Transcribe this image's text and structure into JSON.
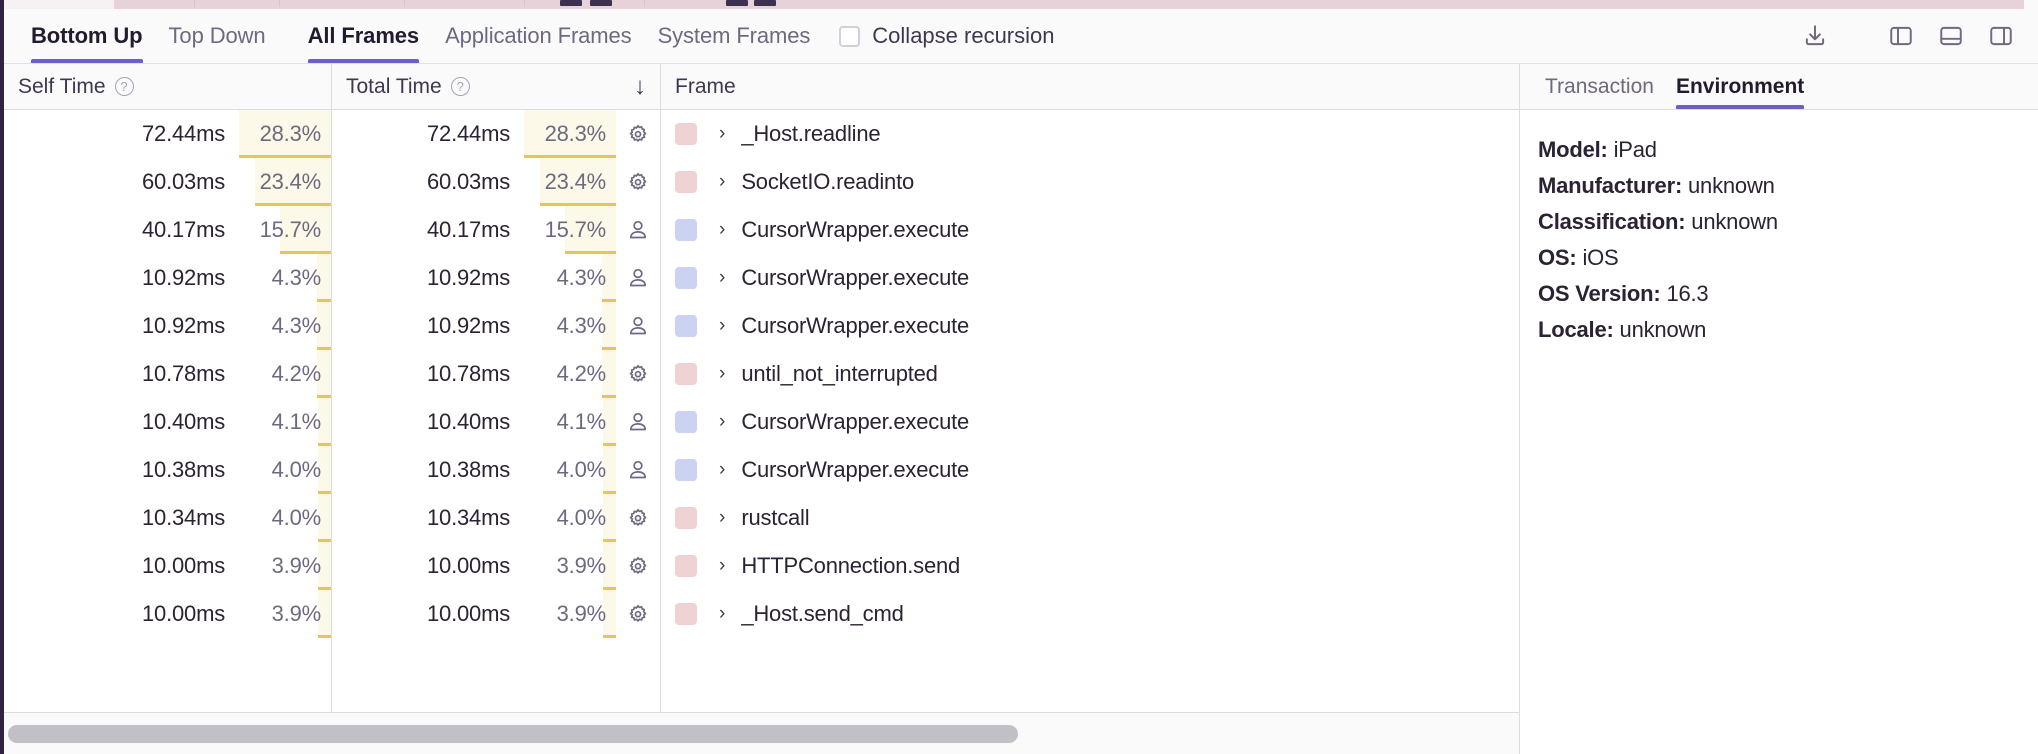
{
  "toolbar": {
    "tabs": [
      {
        "label": "Bottom Up",
        "active": true
      },
      {
        "label": "Top Down",
        "active": false
      }
    ],
    "frame_tabs": [
      {
        "label": "All Frames",
        "active": true
      },
      {
        "label": "Application Frames",
        "active": false
      },
      {
        "label": "System Frames",
        "active": false
      }
    ],
    "collapse_recursion_label": "Collapse recursion",
    "collapse_recursion_checked": false,
    "icons": [
      {
        "name": "download-icon",
        "title": "Export"
      },
      {
        "name": "panel-left-icon",
        "title": "Toggle left panel"
      },
      {
        "name": "panel-bottom-icon",
        "title": "Toggle bottom panel"
      },
      {
        "name": "panel-right-icon",
        "title": "Toggle right panel"
      }
    ]
  },
  "table": {
    "columns": [
      {
        "key": "self_time",
        "label": "Self Time",
        "has_help": true,
        "sorted": false
      },
      {
        "key": "total_time",
        "label": "Total Time",
        "has_help": true,
        "sorted": true,
        "sort_direction": "↓"
      },
      {
        "key": "frame",
        "label": "Frame",
        "has_help": false,
        "sorted": false
      }
    ],
    "rows": [
      {
        "self_time": "72.44ms",
        "self_pct": "28.3%",
        "self_pct_value": 28.3,
        "total_time": "72.44ms",
        "total_pct": "28.3%",
        "total_pct_value": 28.3,
        "frame_type": "system",
        "icon": "gear-icon",
        "swatch": "#EFD2D2",
        "frame": "_Host.readline"
      },
      {
        "self_time": "60.03ms",
        "self_pct": "23.4%",
        "self_pct_value": 23.4,
        "total_time": "60.03ms",
        "total_pct": "23.4%",
        "total_pct_value": 23.4,
        "frame_type": "system",
        "icon": "gear-icon",
        "swatch": "#EFD2D2",
        "frame": "SocketIO.readinto"
      },
      {
        "self_time": "40.17ms",
        "self_pct": "15.7%",
        "self_pct_value": 15.7,
        "total_time": "40.17ms",
        "total_pct": "15.7%",
        "total_pct_value": 15.7,
        "frame_type": "application",
        "icon": "person-icon",
        "swatch": "#CCD3F2",
        "frame": "CursorWrapper.execute"
      },
      {
        "self_time": "10.92ms",
        "self_pct": "4.3%",
        "self_pct_value": 4.3,
        "total_time": "10.92ms",
        "total_pct": "4.3%",
        "total_pct_value": 4.3,
        "frame_type": "application",
        "icon": "person-icon",
        "swatch": "#CCD3F2",
        "frame": "CursorWrapper.execute"
      },
      {
        "self_time": "10.92ms",
        "self_pct": "4.3%",
        "self_pct_value": 4.3,
        "total_time": "10.92ms",
        "total_pct": "4.3%",
        "total_pct_value": 4.3,
        "frame_type": "application",
        "icon": "person-icon",
        "swatch": "#CCD3F2",
        "frame": "CursorWrapper.execute"
      },
      {
        "self_time": "10.78ms",
        "self_pct": "4.2%",
        "self_pct_value": 4.2,
        "total_time": "10.78ms",
        "total_pct": "4.2%",
        "total_pct_value": 4.2,
        "frame_type": "system",
        "icon": "gear-icon",
        "swatch": "#EFD2D2",
        "frame": "until_not_interrupted"
      },
      {
        "self_time": "10.40ms",
        "self_pct": "4.1%",
        "self_pct_value": 4.1,
        "total_time": "10.40ms",
        "total_pct": "4.1%",
        "total_pct_value": 4.1,
        "frame_type": "application",
        "icon": "person-icon",
        "swatch": "#CCD3F2",
        "frame": "CursorWrapper.execute"
      },
      {
        "self_time": "10.38ms",
        "self_pct": "4.0%",
        "self_pct_value": 4.0,
        "total_time": "10.38ms",
        "total_pct": "4.0%",
        "total_pct_value": 4.0,
        "frame_type": "application",
        "icon": "person-icon",
        "swatch": "#CCD3F2",
        "frame": "CursorWrapper.execute"
      },
      {
        "self_time": "10.34ms",
        "self_pct": "4.0%",
        "self_pct_value": 4.0,
        "total_time": "10.34ms",
        "total_pct": "4.0%",
        "total_pct_value": 4.0,
        "frame_type": "system",
        "icon": "gear-icon",
        "swatch": "#EFD2D2",
        "frame": "rustcall"
      },
      {
        "self_time": "10.00ms",
        "self_pct": "3.9%",
        "self_pct_value": 3.9,
        "total_time": "10.00ms",
        "total_pct": "3.9%",
        "total_pct_value": 3.9,
        "frame_type": "system",
        "icon": "gear-icon",
        "swatch": "#EFD2D2",
        "frame": "HTTPConnection.send"
      },
      {
        "self_time": "10.00ms",
        "self_pct": "3.9%",
        "self_pct_value": 3.9,
        "total_time": "10.00ms",
        "total_pct": "3.9%",
        "total_pct_value": 3.9,
        "frame_type": "system",
        "icon": "gear-icon",
        "swatch": "#EFD2D2",
        "frame": "_Host.send_cmd"
      }
    ]
  },
  "details": {
    "tabs": [
      {
        "label": "Transaction",
        "active": false
      },
      {
        "label": "Environment",
        "active": true
      }
    ],
    "environment": [
      {
        "label": "Model:",
        "value": "iPad"
      },
      {
        "label": "Manufacturer:",
        "value": "unknown"
      },
      {
        "label": "Classification:",
        "value": "unknown"
      },
      {
        "label": "OS:",
        "value": "iOS"
      },
      {
        "label": "OS Version:",
        "value": "16.3"
      },
      {
        "label": "Locale:",
        "value": "unknown"
      }
    ]
  },
  "colors": {
    "accent": "#6C5FC7",
    "system_frame": "#EFD2D2",
    "application_frame": "#CCD3F2",
    "pct_bar": "#E8C45D",
    "pct_bg": "#FDF9E8"
  }
}
